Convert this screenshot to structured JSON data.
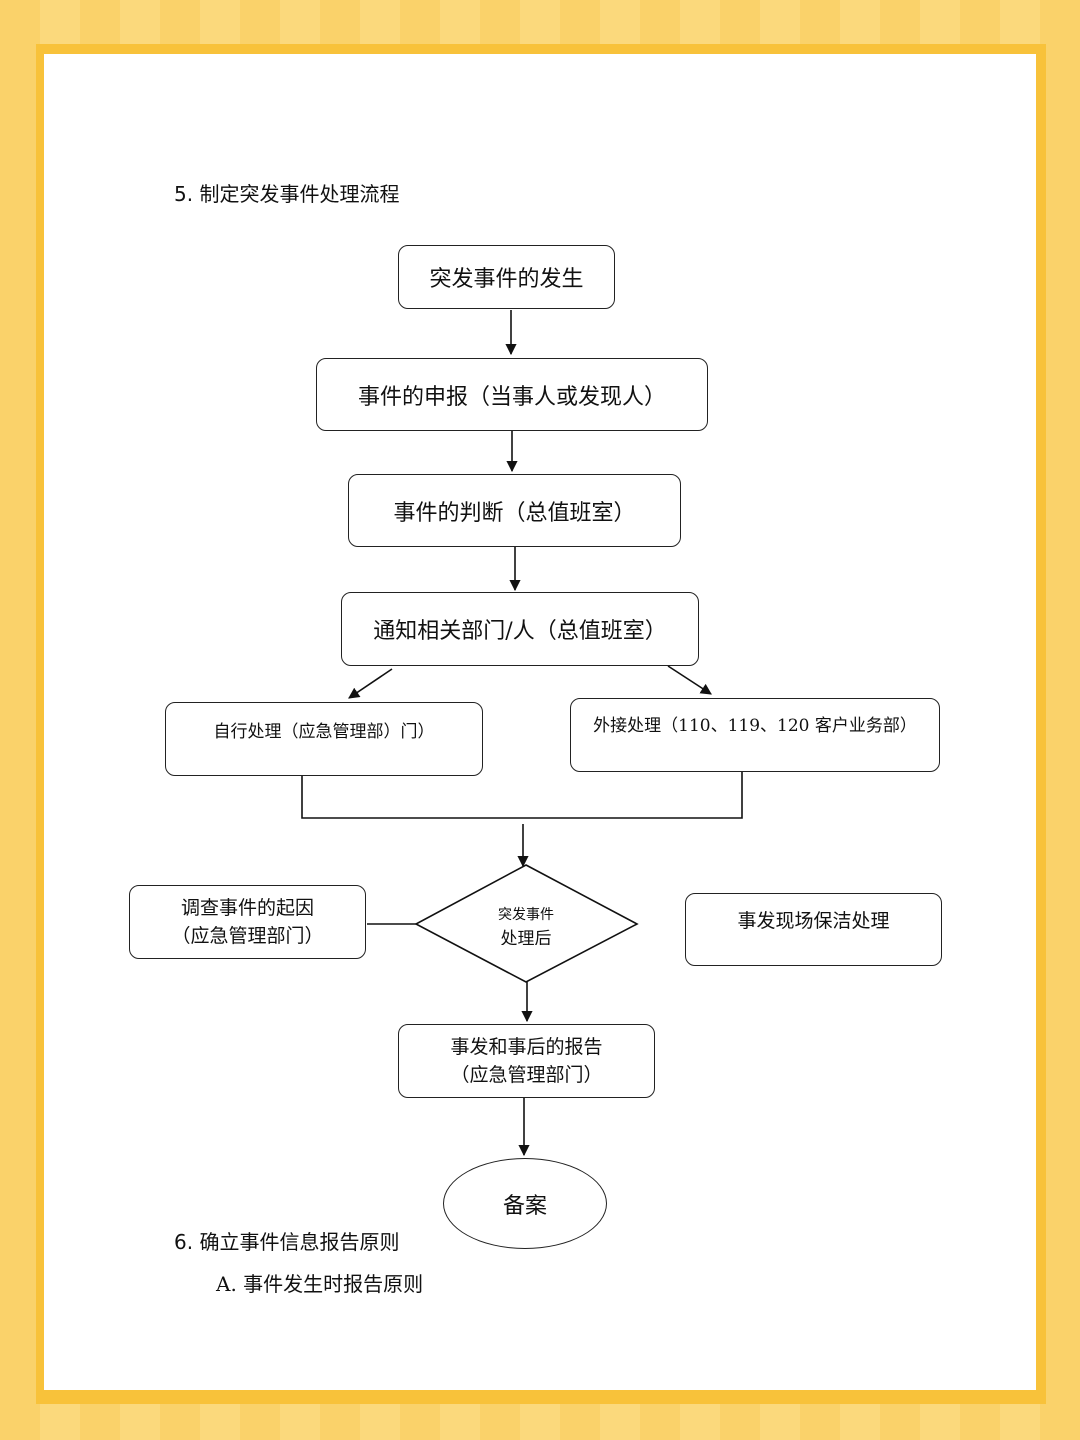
{
  "heading_5": "5. 制定突发事件处理流程",
  "flow": {
    "n1": "突发事件的发生",
    "n2": "事件的申报（当事人或发现人）",
    "n3": "事件的判断（总值班室）",
    "n4": "通知相关部门/人（总值班室）",
    "n5": "自行处理（应急管理部）门）",
    "n6": "外接处理（110、119、120 客户业务部）",
    "n7_line1": "调查事件的起因",
    "n7_line2": "（应急管理部门）",
    "diamond_line1": "突发事件",
    "diamond_line2": "处理后",
    "n8": "事发现场保洁处理",
    "n9_line1": "事发和事后的报告",
    "n9_line2": "（应急管理部门）",
    "n10": "备案"
  },
  "heading_6": "6.  确立事件信息报告原则",
  "sub_a": "A. 事件发生时报告原则"
}
